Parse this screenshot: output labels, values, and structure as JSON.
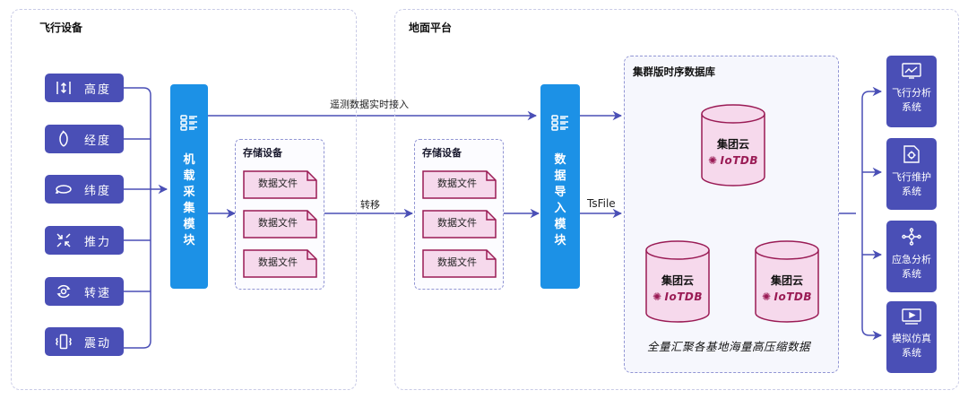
{
  "flight_panel": {
    "title": "飞行设备"
  },
  "ground_panel": {
    "title": "地面平台"
  },
  "sensors": [
    {
      "label": "高度",
      "icon": "altitude-icon"
    },
    {
      "label": "经度",
      "icon": "longitude-icon"
    },
    {
      "label": "纬度",
      "icon": "latitude-icon"
    },
    {
      "label": "推力",
      "icon": "thrust-icon"
    },
    {
      "label": "转速",
      "icon": "rotation-speed-icon"
    },
    {
      "label": "震动",
      "icon": "vibration-icon"
    }
  ],
  "onboard_module": {
    "label": "机载采集模块",
    "icon": "module-icon"
  },
  "import_module": {
    "label": "数据导入模块",
    "icon": "module-icon"
  },
  "storage_left": {
    "title": "存储设备",
    "files": [
      "数据文件",
      "数据文件",
      "数据文件"
    ]
  },
  "storage_right": {
    "title": "存储设备",
    "files": [
      "数据文件",
      "数据文件",
      "数据文件"
    ]
  },
  "edges": {
    "telemetry": "遥测数据实时接入",
    "transfer": "转移",
    "tsfile": "TsFile"
  },
  "database": {
    "title": "集群版时序数据库",
    "nodes": [
      {
        "label": "集团云",
        "brand": "IoTDB"
      },
      {
        "label": "集团云",
        "brand": "IoTDB"
      },
      {
        "label": "集团云",
        "brand": "IoTDB"
      }
    ],
    "caption": "全量汇聚各基地海量高压缩数据"
  },
  "systems": [
    {
      "label": "飞行分析系统",
      "icon": "chart-icon"
    },
    {
      "label": "飞行维护系统",
      "icon": "gear-document-icon"
    },
    {
      "label": "应急分析系统",
      "icon": "network-icon"
    },
    {
      "label": "模拟仿真系统",
      "icon": "monitor-icon"
    }
  ],
  "colors": {
    "sensor": "#4a4fb6",
    "module": "#1c91e6",
    "arrow": "#4a4fb6",
    "file_fill": "#f6d9ec",
    "file_stroke": "#9a1b55",
    "db_line": "#9a1b55"
  }
}
